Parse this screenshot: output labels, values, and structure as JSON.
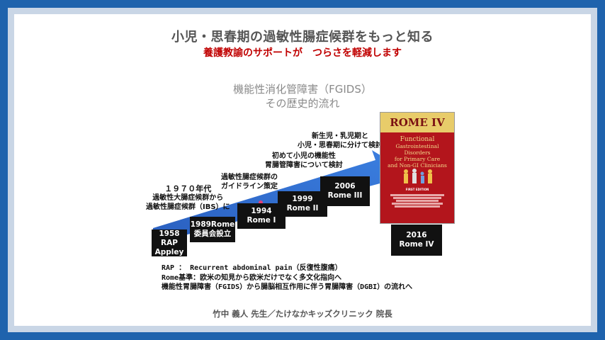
{
  "slide": {
    "title": "小児・思春期の過敏性腸症候群をもっと知る",
    "subtitle": "養護教諭のサポートが　つらさを軽減します",
    "topic_line1": "機能性消化管障害（FGIDS）",
    "topic_line2": "その歴史的流れ"
  },
  "timeline": [
    {
      "label1": "1958",
      "label2": "RAP",
      "label3": "Appley"
    },
    {
      "label1": "1989Rome",
      "label2": "委員会設立",
      "label3": ""
    },
    {
      "label1": "1994",
      "label2": "Rome I",
      "label3": ""
    },
    {
      "label1": "1999",
      "label2": "Rome II",
      "label3": ""
    },
    {
      "label1": "2006",
      "label2": "Rome III",
      "label3": ""
    },
    {
      "label1": "2016",
      "label2": "Rome IV",
      "label3": ""
    }
  ],
  "notes": {
    "n1970_line1": "１９７０年代",
    "n1970_line2": "過敏性大腸症候群から",
    "n1970_line3": "過敏性腸症候群（IBS）に",
    "guideline_line1": "過敏性腸症候群の",
    "guideline_line2": "ガイドライン策定",
    "child_line1": "初めて小児の機能性",
    "child_line2": "胃腸管障害について検討",
    "newborn_line1": "新生児・乳児期と",
    "newborn_line2": "小児・思春期に分けて検討"
  },
  "rome_cover": {
    "title": "ROME IV",
    "body_line1": "Functional",
    "body_line2": "Gastrointestinal Disorders",
    "body_line3": "for Primary Care",
    "body_line4": "and Non-GI Clinicians",
    "edition": "FIRST EDITION"
  },
  "bottom_notes": {
    "line1": "RAP ： Recurrent abdominal pain（反復性腹痛）",
    "line2": "Rome基準：欧米の知見から欧米だけでなく多文化指向へ",
    "line3": "機能性胃腸障害（FGIDS）から腸脳相互作用に伴う胃腸障害（DGBI）の流れへ"
  },
  "footer": "竹中 義人 先生／たけなかキッズクリニック 院長",
  "colors": {
    "frame": "#1f63ad",
    "arrow": "#2f6fd0",
    "title_red": "#c00000",
    "box": "#111111"
  }
}
